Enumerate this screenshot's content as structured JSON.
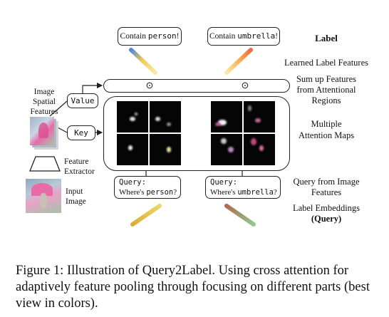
{
  "figure": {
    "top_prompts": [
      {
        "prefix": "Contain ",
        "label": "person",
        "suffix": "!"
      },
      {
        "prefix": "Contain ",
        "label": "umbrella",
        "suffix": "!"
      }
    ],
    "queries": [
      {
        "head": "Query:",
        "prefix": "Where's ",
        "label": "person",
        "suffix": "?"
      },
      {
        "head": "Query:",
        "prefix": "Where's ",
        "label": "umbrella",
        "suffix": "?"
      }
    ],
    "value_label": "Value",
    "key_label": "Key",
    "plus_symbol": "⊙",
    "left_labels": {
      "spatial_features": "Image Spatial Features",
      "feature_extractor": "Feature Extractor",
      "input_image": "Input Image"
    },
    "right_labels": {
      "label": "Label",
      "learned_label_features": "Learned Label Features",
      "sum_up": "Sum up Features from Attentional Regions",
      "attention_maps": "Multiple Attention Maps",
      "query_from": "Query from Image Features",
      "label_embeddings": "Label Embeddings",
      "query": "(Query)"
    },
    "colors": {
      "feature_bar_left": [
        "#3a7bd5",
        "#f4c542",
        "#f9e79f"
      ],
      "feature_bar_right": [
        "#f05a28",
        "#f7a541",
        "#f9e79f"
      ],
      "embedding_bar_left": [
        "#d4a017",
        "#e8d44d"
      ],
      "embedding_bar_right": [
        "#a0522d",
        "#7fbf7f"
      ],
      "image_pink": "#e86aa8"
    }
  },
  "caption": "Figure 1: Illustration of Query2Label. Using cross attention for adaptively feature pooling through focusing on different parts (best view in colors)."
}
